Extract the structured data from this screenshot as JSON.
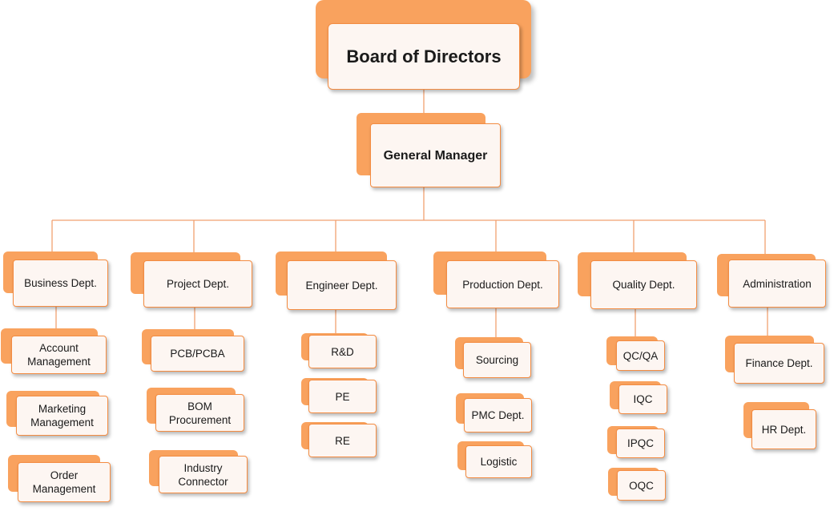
{
  "org": {
    "root": "Board of Directors",
    "gm": "General Manager",
    "departments": [
      {
        "name": "Business Dept.",
        "children": [
          "Account\nManagement",
          "Marketing\nManagement",
          "Order\nManagement"
        ]
      },
      {
        "name": "Project Dept.",
        "children": [
          "PCB/PCBA",
          "BOM\nProcurement",
          "Industry\nConnector"
        ]
      },
      {
        "name": "Engineer Dept.",
        "children": [
          "R&D",
          "PE",
          "RE"
        ]
      },
      {
        "name": "Production Dept.",
        "children": [
          "Sourcing",
          "PMC Dept.",
          "Logistic"
        ]
      },
      {
        "name": "Quality Dept.",
        "children": [
          "QC/QA",
          "IQC",
          "IPQC",
          "OQC"
        ]
      },
      {
        "name": "Administration",
        "children": [
          "Finance Dept.",
          "HR Dept."
        ]
      }
    ]
  },
  "colors": {
    "accent": "#f9a25e",
    "border": "#f48c42",
    "box_fill": "#fdf6f2",
    "connector": "#f0a070",
    "text": "#1a1a1a"
  }
}
